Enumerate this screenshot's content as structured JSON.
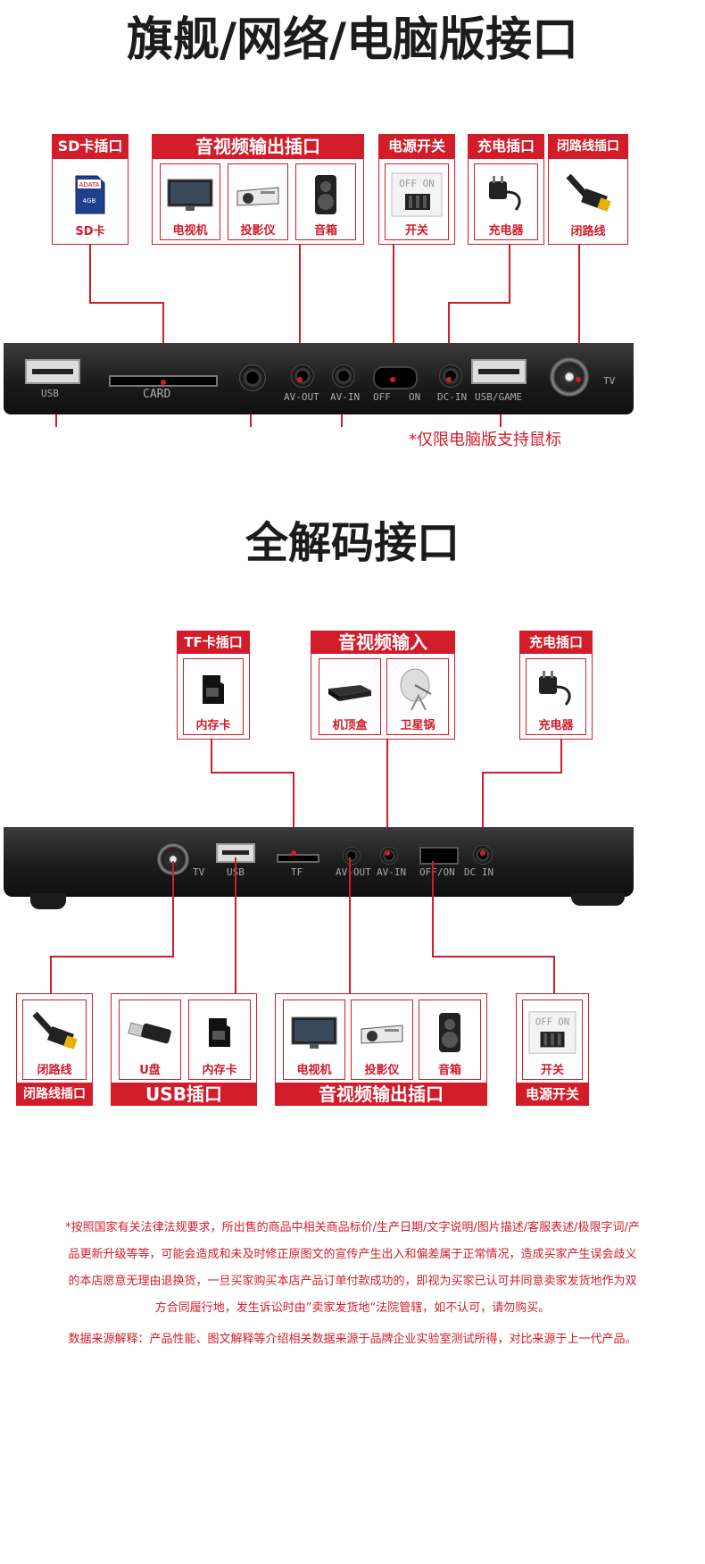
{
  "section1": {
    "title": "旗舰/网络/电脑版接口",
    "groups": {
      "sd": {
        "header": "SD卡插口",
        "items": [
          {
            "label": "SD卡",
            "icon": "sd-card-icon"
          }
        ]
      },
      "av_out": {
        "header": "音视频输出插口",
        "items": [
          {
            "label": "电视机",
            "icon": "tv-icon"
          },
          {
            "label": "投影仪",
            "icon": "projector-icon"
          },
          {
            "label": "音箱",
            "icon": "speaker-icon"
          }
        ]
      },
      "power": {
        "header": "电源开关",
        "items": [
          {
            "label": "开关",
            "icon": "power-switch-icon"
          }
        ]
      },
      "charge": {
        "header": "充电插口",
        "items": [
          {
            "label": "充电器",
            "icon": "charger-icon"
          }
        ]
      },
      "cctv": {
        "header": "闭路线插口",
        "items": [
          {
            "label": "闭路线",
            "icon": "coax-cable-icon"
          }
        ]
      }
    },
    "panel_labels": [
      "USB",
      "CARD",
      "AV-OUT",
      "AV-IN",
      "OFF",
      "ON",
      "DC-IN",
      "USB/GAME",
      "TV"
    ],
    "sd_logo": "ADATA",
    "sd_size": "4GB",
    "switch_text": "OFF ON",
    "note": "*仅限电脑版支持鼠标"
  },
  "section2": {
    "title": "全解码接口",
    "groups": {
      "tf": {
        "header": "TF卡插口",
        "items": [
          {
            "label": "内存卡",
            "icon": "microsd-card-icon"
          }
        ]
      },
      "av_in": {
        "header": "音视频输入",
        "items": [
          {
            "label": "机顶盒",
            "icon": "set-top-box-icon"
          },
          {
            "label": "卫星锅",
            "icon": "satellite-dish-icon"
          }
        ]
      },
      "charge": {
        "header": "充电插口",
        "items": [
          {
            "label": "充电器",
            "icon": "charger-icon"
          }
        ]
      },
      "cctv": {
        "header": "闭路线插口",
        "items": [
          {
            "label": "闭路线",
            "icon": "coax-cable-icon"
          }
        ]
      },
      "usb": {
        "header": "USB插口",
        "items": [
          {
            "label": "U盘",
            "icon": "usb-flash-drive-icon"
          },
          {
            "label": "内存卡",
            "icon": "microsd-card-icon"
          }
        ]
      },
      "av_out": {
        "header": "音视频输出插口",
        "items": [
          {
            "label": "电视机",
            "icon": "tv-icon"
          },
          {
            "label": "投影仪",
            "icon": "projector-icon"
          },
          {
            "label": "音箱",
            "icon": "speaker-icon"
          }
        ]
      },
      "power": {
        "header": "电源开关",
        "items": [
          {
            "label": "开关",
            "icon": "power-switch-icon"
          }
        ]
      }
    },
    "panel_labels": [
      "TV",
      "USB",
      "TF",
      "AV-OUT",
      "AV-IN",
      "OFF/ON",
      "DC IN"
    ],
    "switch_text": "OFF ON"
  },
  "disclaimer": {
    "lines": [
      "*按照国家有关法律法规要求，所出售的商品中相关商品标价/生产日期/文字说明/图片描述/客服表述/极限字词/产",
      "品更新升级等等，可能会造成和未及时修正原图文的宣传产生出入和偏差属于正常情况，造成买家产生误会歧义",
      "的本店愿意无理由退换货，一旦买家购买本店产品订单付款成功的，即视为买家已认可并同意卖家发货地作为双",
      "方合同履行地，发生诉讼时由”卖家发货地“法院管辖，如不认可，请勿购买。"
    ],
    "source": "数据来源解释：产品性能、图文解释等介绍相关数据来源于品牌企业实验室测试所得，对比来源于上一代产品。"
  },
  "colors": {
    "accent": "#d21c2a",
    "panel": "#1e1e1e",
    "text": "#1c1c1c"
  }
}
